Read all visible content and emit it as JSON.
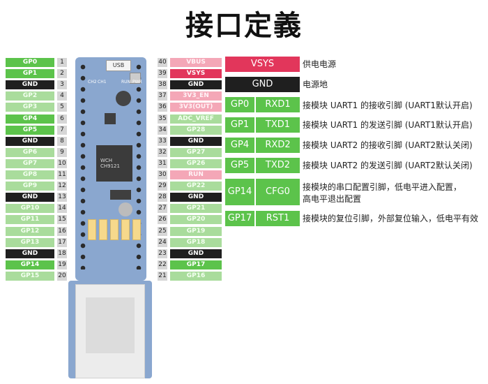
{
  "title": "接口定義",
  "left_pins": [
    {
      "num": "1",
      "label": "GP0",
      "style": "green"
    },
    {
      "num": "2",
      "label": "GP1",
      "style": "green"
    },
    {
      "num": "3",
      "label": "GND",
      "style": "black"
    },
    {
      "num": "4",
      "label": "GP2",
      "style": "lightgreen"
    },
    {
      "num": "5",
      "label": "GP3",
      "style": "lightgreen"
    },
    {
      "num": "6",
      "label": "GP4",
      "style": "green"
    },
    {
      "num": "7",
      "label": "GP5",
      "style": "green"
    },
    {
      "num": "8",
      "label": "GND",
      "style": "black"
    },
    {
      "num": "9",
      "label": "GP6",
      "style": "lightgreen"
    },
    {
      "num": "10",
      "label": "GP7",
      "style": "lightgreen"
    },
    {
      "num": "11",
      "label": "GP8",
      "style": "lightgreen"
    },
    {
      "num": "12",
      "label": "GP9",
      "style": "lightgreen"
    },
    {
      "num": "13",
      "label": "GND",
      "style": "black"
    },
    {
      "num": "14",
      "label": "GP10",
      "style": "lightgreen"
    },
    {
      "num": "15",
      "label": "GP11",
      "style": "lightgreen"
    },
    {
      "num": "16",
      "label": "GP12",
      "style": "lightgreen"
    },
    {
      "num": "17",
      "label": "GP13",
      "style": "lightgreen"
    },
    {
      "num": "18",
      "label": "GND",
      "style": "black"
    },
    {
      "num": "19",
      "label": "GP14",
      "style": "green"
    },
    {
      "num": "20",
      "label": "GP15",
      "style": "lightgreen"
    }
  ],
  "right_pins": [
    {
      "num": "40",
      "label": "VBUS",
      "style": "pink"
    },
    {
      "num": "39",
      "label": "VSYS",
      "style": "red"
    },
    {
      "num": "38",
      "label": "GND",
      "style": "black"
    },
    {
      "num": "37",
      "label": "3V3_EN",
      "style": "pink"
    },
    {
      "num": "36",
      "label": "3V3(OUT)",
      "style": "pink"
    },
    {
      "num": "35",
      "label": "ADC_VREF",
      "style": "lightgreen"
    },
    {
      "num": "34",
      "label": "GP28",
      "style": "lightgreen"
    },
    {
      "num": "33",
      "label": "GND",
      "style": "black"
    },
    {
      "num": "32",
      "label": "GP27",
      "style": "lightgreen"
    },
    {
      "num": "31",
      "label": "GP26",
      "style": "lightgreen"
    },
    {
      "num": "30",
      "label": "RUN",
      "style": "pink"
    },
    {
      "num": "29",
      "label": "GP22",
      "style": "lightgreen"
    },
    {
      "num": "28",
      "label": "GND",
      "style": "black"
    },
    {
      "num": "27",
      "label": "GP21",
      "style": "lightgreen"
    },
    {
      "num": "26",
      "label": "GP20",
      "style": "lightgreen"
    },
    {
      "num": "25",
      "label": "GP19",
      "style": "lightgreen"
    },
    {
      "num": "24",
      "label": "GP18",
      "style": "lightgreen"
    },
    {
      "num": "23",
      "label": "GND",
      "style": "black"
    },
    {
      "num": "22",
      "label": "GP17",
      "style": "green"
    },
    {
      "num": "21",
      "label": "GP16",
      "style": "lightgreen"
    }
  ],
  "board": {
    "usb": "USB",
    "chip": "CH9121",
    "chip_logo": "WCH",
    "labels": [
      "CH2",
      "CH1",
      "RUN",
      "PWR"
    ]
  },
  "signals": [
    {
      "gp": "",
      "name": "VSYS",
      "wide": true,
      "color": "#e2365b",
      "desc": [
        "供电电源"
      ]
    },
    {
      "gp": "",
      "name": "GND",
      "wide": true,
      "color": "#1f1f1f",
      "desc": [
        "电源地"
      ]
    },
    {
      "gp": "GP0",
      "name": "RXD1",
      "wide": false,
      "color": "#5cc34b",
      "desc": [
        "接模块 UART1 的接收引脚 (UART1默认开启)"
      ]
    },
    {
      "gp": "GP1",
      "name": "TXD1",
      "wide": false,
      "color": "#5cc34b",
      "desc": [
        "接模块 UART1 的发送引脚 (UART1默认开启)"
      ]
    },
    {
      "gp": "GP4",
      "name": "RXD2",
      "wide": false,
      "color": "#5cc34b",
      "desc": [
        "接模块 UART2 的接收引脚 (UART2默认关闭)"
      ]
    },
    {
      "gp": "GP5",
      "name": "TXD2",
      "wide": false,
      "color": "#5cc34b",
      "desc": [
        "接模块 UART2 的发送引脚 (UART2默认关闭)"
      ]
    },
    {
      "gp": "GP14",
      "name": "CFG0",
      "wide": false,
      "color": "#5cc34b",
      "desc": [
        "接模块的串口配置引脚，低电平进入配置，",
        "高电平退出配置"
      ]
    },
    {
      "gp": "GP17",
      "name": "RST1",
      "wide": false,
      "color": "#5cc34b",
      "desc": [
        "接模块的复位引脚，外部复位输入，低电平有效"
      ]
    }
  ]
}
